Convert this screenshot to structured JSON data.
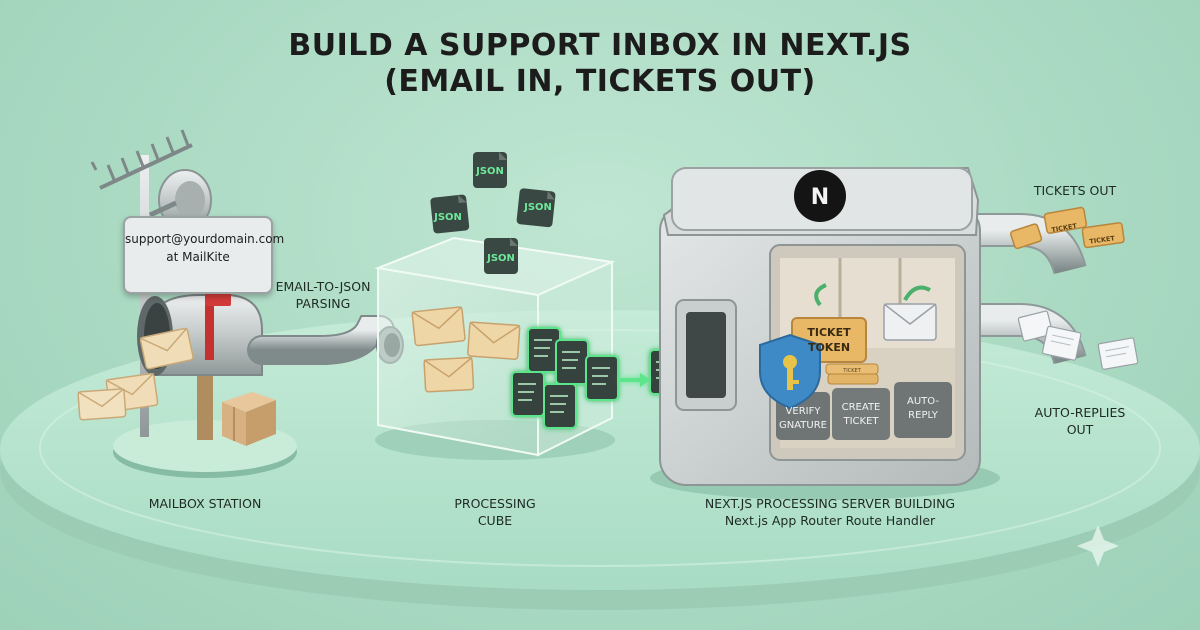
{
  "title": {
    "line1": "BUILD A SUPPORT INBOX IN NEXT.JS",
    "line2": "(EMAIL IN, TICKETS OUT)"
  },
  "sign": {
    "line1": "support@yourdomain.com",
    "line2": "at MailKite"
  },
  "labels": {
    "email_to_json_1": "EMAIL-TO-JSON",
    "email_to_json_2": "PARSING",
    "mailbox_station": "MAILBOX STATION",
    "processing_cube_1": "PROCESSING",
    "processing_cube_2": "CUBE",
    "server_1": "NEXT.JS PROCESSING SERVER BUILDING",
    "server_2": "Next.js App Router Route Handler",
    "tickets_out": "TICKETS OUT",
    "auto_replies_1": "AUTO-REPLIES",
    "auto_replies_2": "OUT"
  },
  "json_tag": "JSON",
  "ticket_token": {
    "line1": "TICKET",
    "line2": "TOKEN"
  },
  "ticket_stub": "TICKET",
  "ticket_small": "TICKET",
  "modules": {
    "verify_1": "VERIFY",
    "verify_2": "GNATURE",
    "create_1": "CREATE",
    "create_2": "TICKET",
    "reply_1": "AUTO-",
    "reply_2": "REPLY"
  },
  "logo_letter": "N",
  "colors": {
    "background": "#abdac3",
    "platform": "#b6e3cd",
    "json_glow": "#3fdc72",
    "mailbox_flag": "#d23a3a",
    "ticket": "#e8b866",
    "shield": "#3d8ac6",
    "key": "#e7c34a"
  }
}
